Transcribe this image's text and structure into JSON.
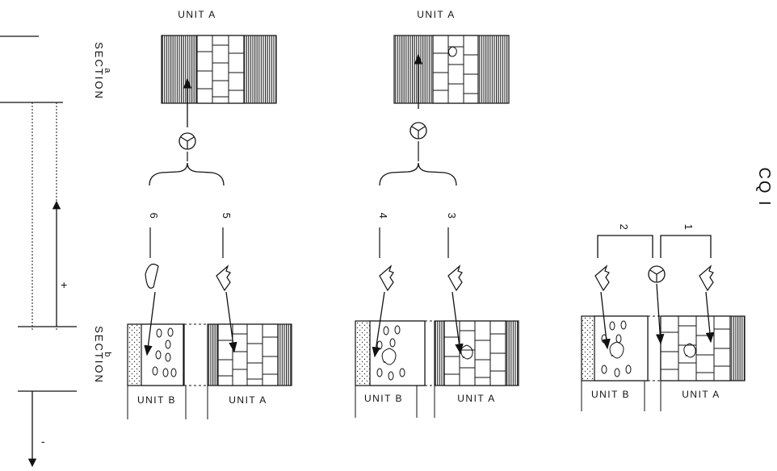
{
  "labels": {
    "unit_a": "UNIT A",
    "unit_b": "UNIT B",
    "section_a_word": "SECTION",
    "section_a_letter": "a",
    "section_b_word": "SECTION",
    "section_b_letter": "b",
    "plus": "+",
    "minus": "-",
    "figure_code": "CQ I"
  },
  "numbers": {
    "n1": "1",
    "n2": "2",
    "n3": "3",
    "n4": "4",
    "n5": "5",
    "n6": "6"
  }
}
